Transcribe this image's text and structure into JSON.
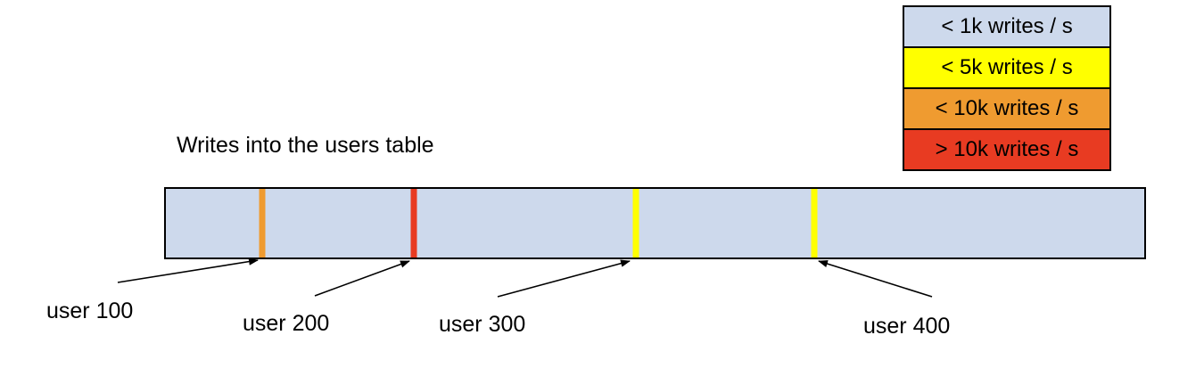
{
  "title": "Writes into the users table",
  "legend": {
    "items": [
      {
        "label": "< 1k writes / s",
        "color": "#cdd9ec"
      },
      {
        "label": "< 5k writes / s",
        "color": "#ffff00"
      },
      {
        "label": "< 10k writes / s",
        "color": "#ef9b30"
      },
      {
        "label": "> 10k writes / s",
        "color": "#e83b22"
      }
    ]
  },
  "bar": {
    "fill": "#cdd9ec",
    "border_color": "#000000",
    "markers": [
      {
        "label": "user 100",
        "rate_bucket": "< 10k writes / s",
        "color": "#ef9b30",
        "position_pct": 9.8
      },
      {
        "label": "user 200",
        "rate_bucket": "> 10k writes / s",
        "color": "#e83b22",
        "position_pct": 25.3
      },
      {
        "label": "user 300",
        "rate_bucket": "< 5k writes / s",
        "color": "#ffff00",
        "position_pct": 48.0
      },
      {
        "label": "user 400",
        "rate_bucket": "< 5k writes / s",
        "color": "#ffff00",
        "position_pct": 66.3
      }
    ]
  }
}
